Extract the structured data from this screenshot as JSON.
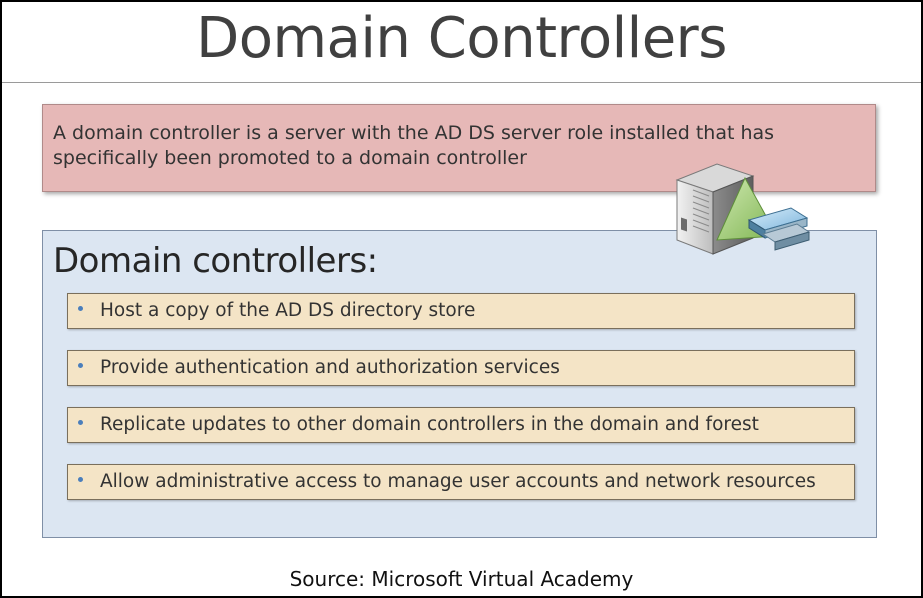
{
  "title": "Domain Controllers",
  "definition": "A domain controller is a server with the AD DS server role installed that has specifically been promoted to a domain controller",
  "panel": {
    "heading": "Domain controllers:",
    "items": [
      "Host a copy of the AD DS directory store",
      "Provide authentication and authorization services",
      "Replicate updates to other domain controllers in the domain and forest",
      "Allow administrative access to manage user accounts and network resources"
    ]
  },
  "source": "Source: Microsoft Virtual Academy",
  "icons": {
    "server": "domain-controller-server-icon"
  },
  "colors": {
    "definition_background": "#e6b8b7",
    "panel_background": "#dce6f2",
    "item_background": "#f4e4c6",
    "bullet": "#4a7ebb"
  }
}
